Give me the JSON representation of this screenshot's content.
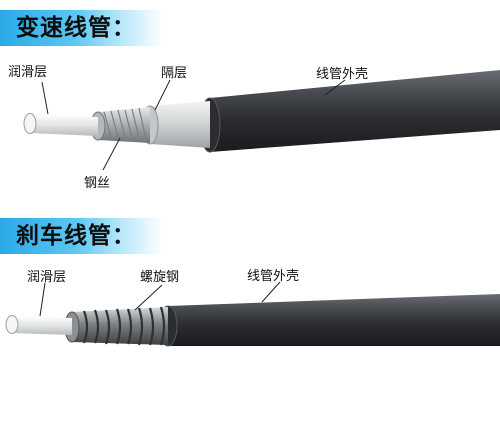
{
  "shift_cable": {
    "title": "变速线管：",
    "labels": {
      "lubrication_layer": "润滑层",
      "insulation_layer": "隔层",
      "outer_shell": "线管外壳",
      "steel_wire": "钢丝"
    }
  },
  "brake_cable": {
    "title": "刹车线管：",
    "labels": {
      "lubrication_layer": "润滑层",
      "spiral_steel": "螺旋钢",
      "outer_shell": "线管外壳"
    }
  },
  "colors": {
    "title_band": "#2aa9e8",
    "outer_shell": "#3a3d42",
    "steel": "#b9bcbf",
    "liner": "#e8eaea"
  }
}
